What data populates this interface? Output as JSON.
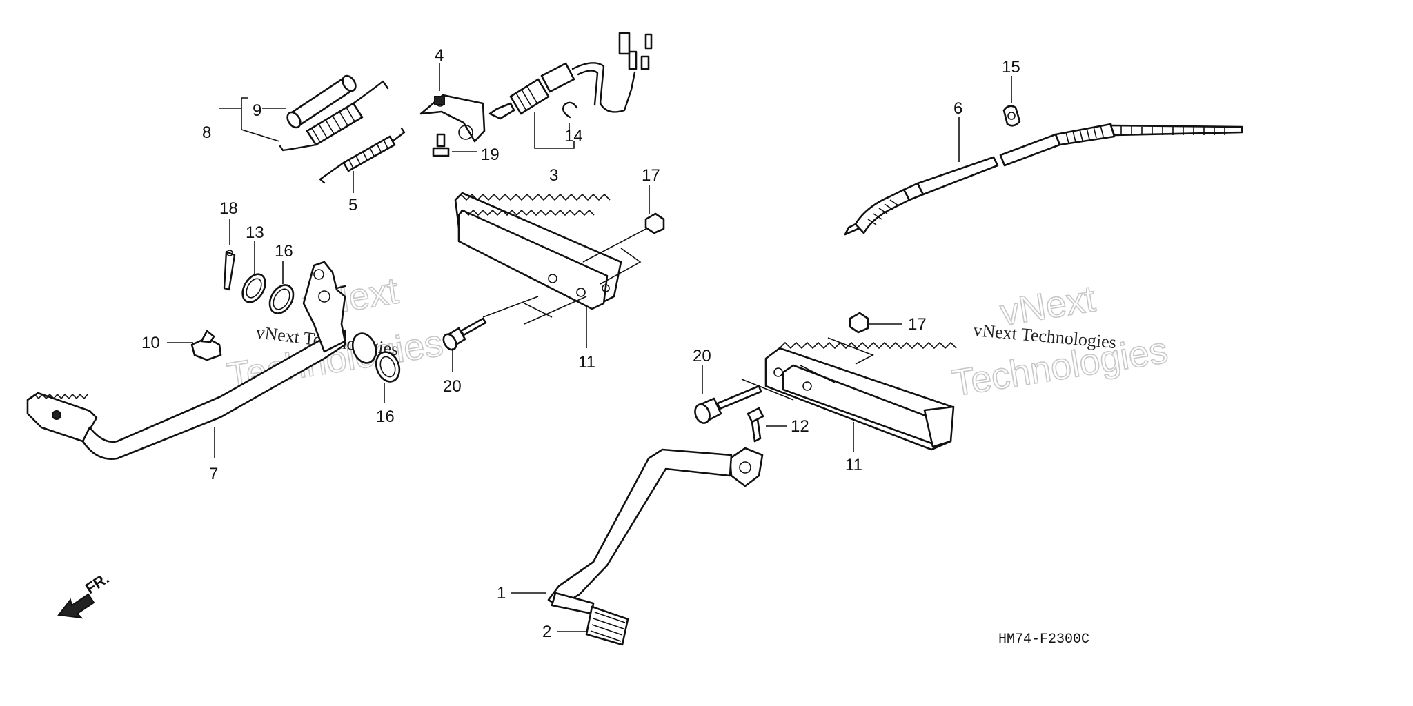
{
  "diagram": {
    "callouts": {
      "c1": "1",
      "c2": "2",
      "c3": "3",
      "c4": "4",
      "c5": "5",
      "c6": "6",
      "c7": "7",
      "c8": "8",
      "c9": "9",
      "c10": "10",
      "c11a": "11",
      "c11b": "11",
      "c12": "12",
      "c13": "13",
      "c14": "14",
      "c15": "15",
      "c16a": "16",
      "c16b": "16",
      "c17a": "17",
      "c17b": "17",
      "c18": "18",
      "c19": "19",
      "c20a": "20",
      "c20b": "20"
    },
    "direction_label": "FR.",
    "diagram_code": "HM74-F2300C"
  },
  "watermarks": {
    "left_line1": "vNext",
    "left_line2": "Technologies",
    "left_small": "vNext Technologies",
    "right_line1": "vNext",
    "right_line2": "Technologies",
    "right_small": "vNext Technologies"
  }
}
